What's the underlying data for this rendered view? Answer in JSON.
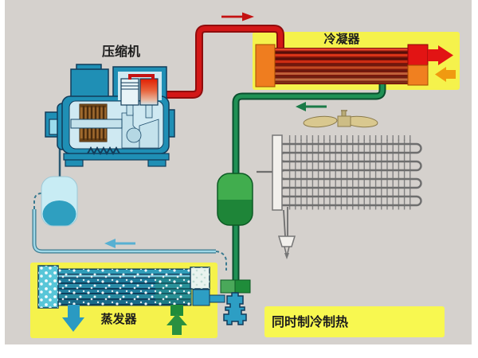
{
  "diagram": {
    "background_color": "#d5d1cd",
    "panel_color": "#f5f24c",
    "labels": {
      "compressor": "压缩机",
      "condenser": "冷凝器",
      "evaporator": "蒸发器"
    },
    "caption": {
      "text": "同时制冷制热"
    },
    "flows": [
      {
        "name": "compressor-discharge",
        "color": "#d31717",
        "direction": "right"
      },
      {
        "name": "condenser-liquid-line",
        "color": "#1f9155",
        "direction": "left-down"
      },
      {
        "name": "evaporator-suction-line",
        "color": "#9fd8e8",
        "direction": "left"
      },
      {
        "name": "hot-water-out",
        "color": "#e21414",
        "direction": "right"
      },
      {
        "name": "cooling-water-in",
        "color": "#f09a10",
        "direction": "left"
      },
      {
        "name": "chilled-water-out",
        "color": "#2a9ac2",
        "direction": "down"
      },
      {
        "name": "water-return",
        "color": "#2a9040",
        "direction": "up"
      }
    ]
  }
}
